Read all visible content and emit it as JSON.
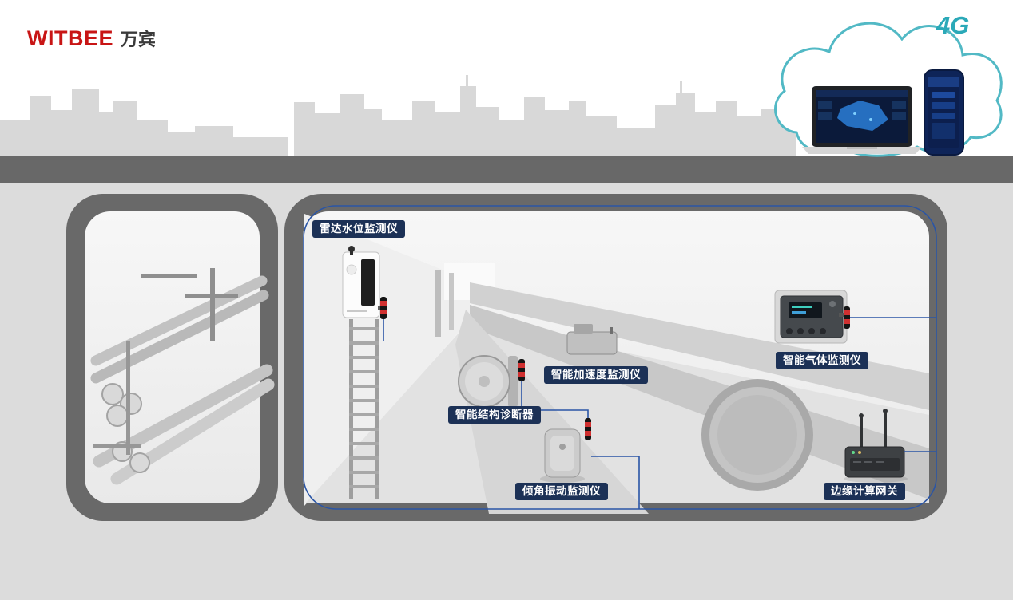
{
  "logo": {
    "brand": "WITBEE",
    "brand_cn": "万宾"
  },
  "cloud": {
    "network_label": "4G"
  },
  "diagram": {
    "title_hint": "underground utility tunnel monitoring",
    "devices": [
      {
        "id": "radar-water-level",
        "label": "雷达水位监测仪"
      },
      {
        "id": "structure-diagnostic",
        "label": "智能结构诊断器"
      },
      {
        "id": "acceleration-monitor",
        "label": "智能加速度监测仪"
      },
      {
        "id": "tilt-vibration",
        "label": "倾角振动监测仪"
      },
      {
        "id": "gas-monitor",
        "label": "智能气体监测仪"
      },
      {
        "id": "edge-gateway",
        "label": "边缘计算网关"
      }
    ]
  },
  "colors": {
    "brand_red": "#c81515",
    "accent_teal": "#2ba9b8",
    "badge_bg": "#1c3156",
    "network_line_blue": "#2a55a6",
    "ground_band": "#686868",
    "ground_fill": "#dcdcdc",
    "sensor_red": "#d03030"
  }
}
